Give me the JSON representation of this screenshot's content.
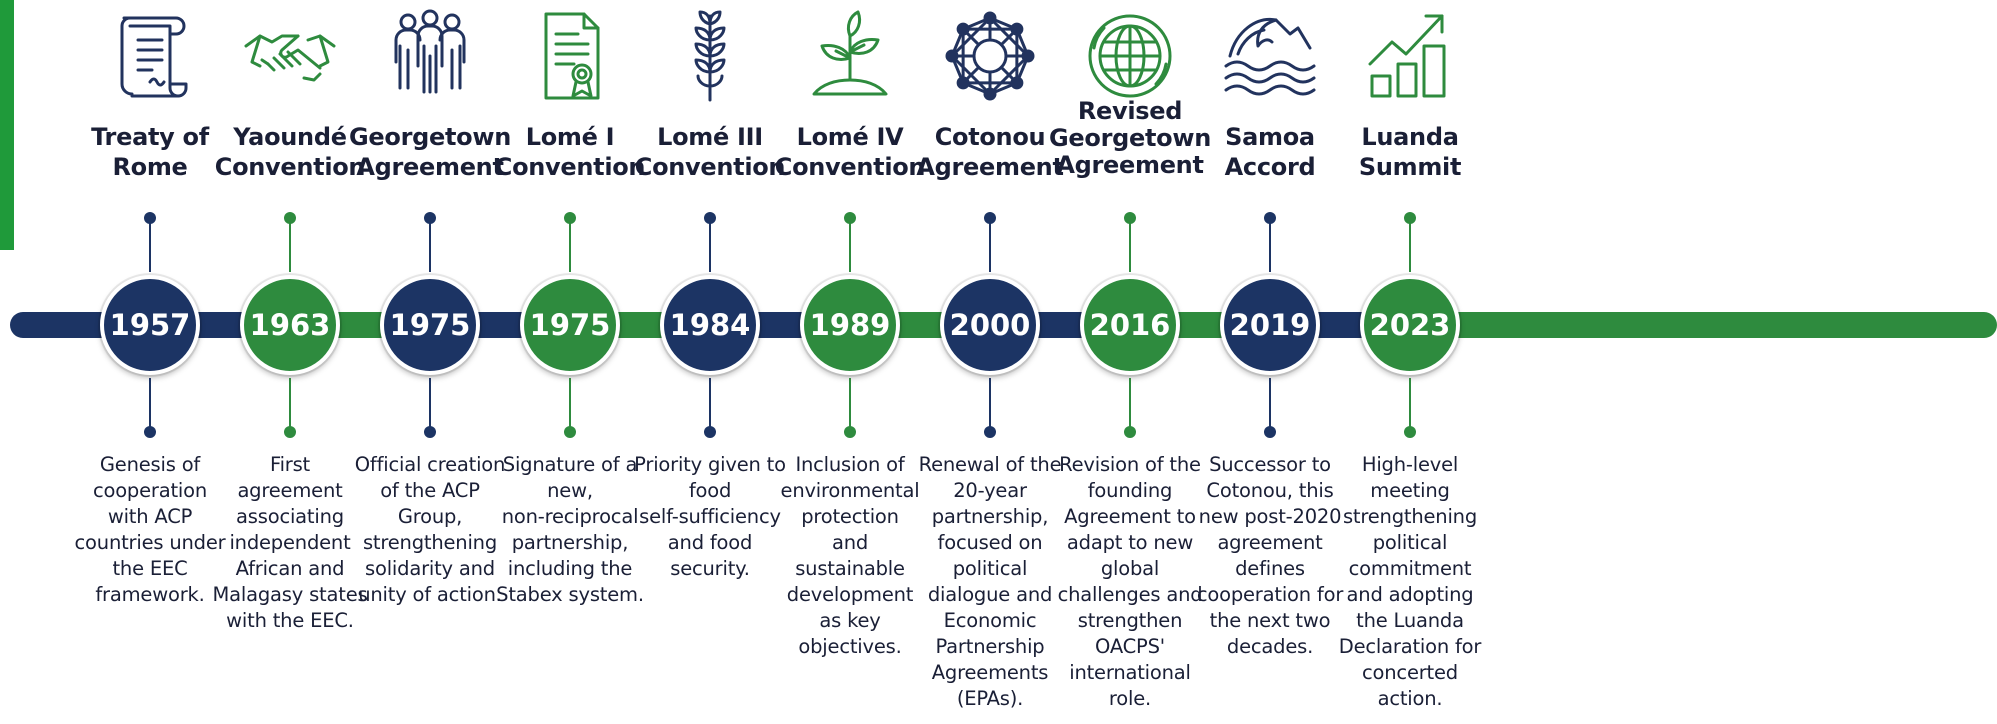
{
  "colors": {
    "navy": "#1c3464",
    "green": "#2e8b3e",
    "icon_navy": "#22335e",
    "icon_green": "#2e8b3e"
  },
  "events": [
    {
      "icon": "scroll-icon",
      "icon_color": "navy",
      "title_lines": [
        "Treaty of",
        "Rome"
      ],
      "year": "1957",
      "color": "navy",
      "desc_lines": [
        "Genesis of",
        "cooperation",
        "with ACP",
        "countries under",
        "the EEC",
        "framework."
      ]
    },
    {
      "icon": "handshake-icon",
      "icon_color": "green",
      "title_lines": [
        "Yaoundé",
        "Convention"
      ],
      "year": "1963",
      "color": "green",
      "desc_lines": [
        "First",
        "agreement",
        "associating",
        "independent",
        "African and",
        "Malagasy states",
        "with the EEC."
      ]
    },
    {
      "icon": "group-people-icon",
      "icon_color": "navy",
      "title_lines": [
        "Georgetown",
        "Agreement"
      ],
      "year": "1975",
      "color": "navy",
      "desc_lines": [
        "Official creation",
        "of the ACP",
        "Group,",
        "strengthening",
        "solidarity and",
        "unity of action."
      ]
    },
    {
      "icon": "certificate-icon",
      "icon_color": "green",
      "title_lines": [
        "Lomé I",
        "Convention"
      ],
      "year": "1975",
      "color": "green",
      "desc_lines": [
        "Signature of a",
        "new,",
        "non-reciprocal",
        "partnership,",
        "including the",
        "Stabex system."
      ]
    },
    {
      "icon": "wheat-icon",
      "icon_color": "navy",
      "title_lines": [
        "Lomé III",
        "Convention"
      ],
      "year": "1984",
      "color": "navy",
      "desc_lines": [
        "Priority given to",
        "food",
        "self-sufficiency",
        "and food",
        "security."
      ]
    },
    {
      "icon": "sprout-icon",
      "icon_color": "green",
      "title_lines": [
        "Lomé IV",
        "Convention"
      ],
      "year": "1989",
      "color": "green",
      "desc_lines": [
        "Inclusion of",
        "environmental",
        "protection",
        "and",
        "sustainable",
        "development",
        "as key",
        "objectives."
      ]
    },
    {
      "icon": "network-icon",
      "icon_color": "navy",
      "title_lines": [
        "Cotonou",
        "Agreement"
      ],
      "year": "2000",
      "color": "navy",
      "desc_lines": [
        "Renewal of the",
        "20-year",
        "partnership,",
        "focused on",
        "political",
        "dialogue and",
        "Economic",
        "Partnership",
        "Agreements",
        "(EPAs)."
      ]
    },
    {
      "icon": "globe-icon",
      "icon_color": "green",
      "title_lines": [
        "Revised",
        "Georgetown",
        "Agreement"
      ],
      "year": "2016",
      "color": "green",
      "desc_lines": [
        "Revision of the",
        "founding",
        "Agreement to",
        "adapt to new",
        "global",
        "challenges and",
        "strengthen",
        "OACPS'",
        "international",
        "role."
      ]
    },
    {
      "icon": "waves-icon",
      "icon_color": "navy",
      "title_lines": [
        "Samoa",
        "Accord"
      ],
      "year": "2019",
      "color": "navy",
      "desc_lines": [
        "Successor to",
        "Cotonou, this",
        "new post-2020",
        "agreement",
        "defines",
        "cooperation for",
        "the next two",
        "decades."
      ]
    },
    {
      "icon": "growth-chart-icon",
      "icon_color": "green",
      "title_lines": [
        "Luanda",
        "Summit"
      ],
      "year": "2023",
      "color": "green",
      "desc_lines": [
        "High-level",
        "meeting",
        "strengthening",
        "political",
        "commitment",
        "and adopting",
        "the Luanda",
        "Declaration for",
        "concerted",
        "action."
      ]
    }
  ]
}
